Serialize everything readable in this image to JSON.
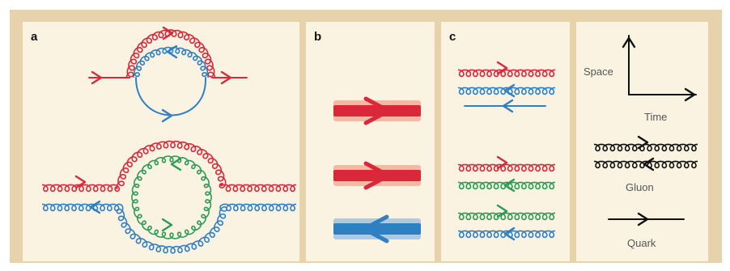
{
  "figure": {
    "colors": {
      "background": "#e6d3ab",
      "panel": "#faf3e2",
      "red": "#d8283a",
      "blue": "#2f7fc3",
      "green": "#2b9b55",
      "black": "#111111",
      "band_red_glow": "#f2b39c",
      "band_blue_glow": "#a9c4e0"
    },
    "panels": [
      {
        "id": "a",
        "label": "a"
      },
      {
        "id": "b",
        "label": "b"
      },
      {
        "id": "c",
        "label": "c"
      }
    ],
    "legend": {
      "space_label": "Space",
      "time_label": "Time",
      "gluon_label": "Gluon",
      "quark_label": "Quark"
    }
  }
}
